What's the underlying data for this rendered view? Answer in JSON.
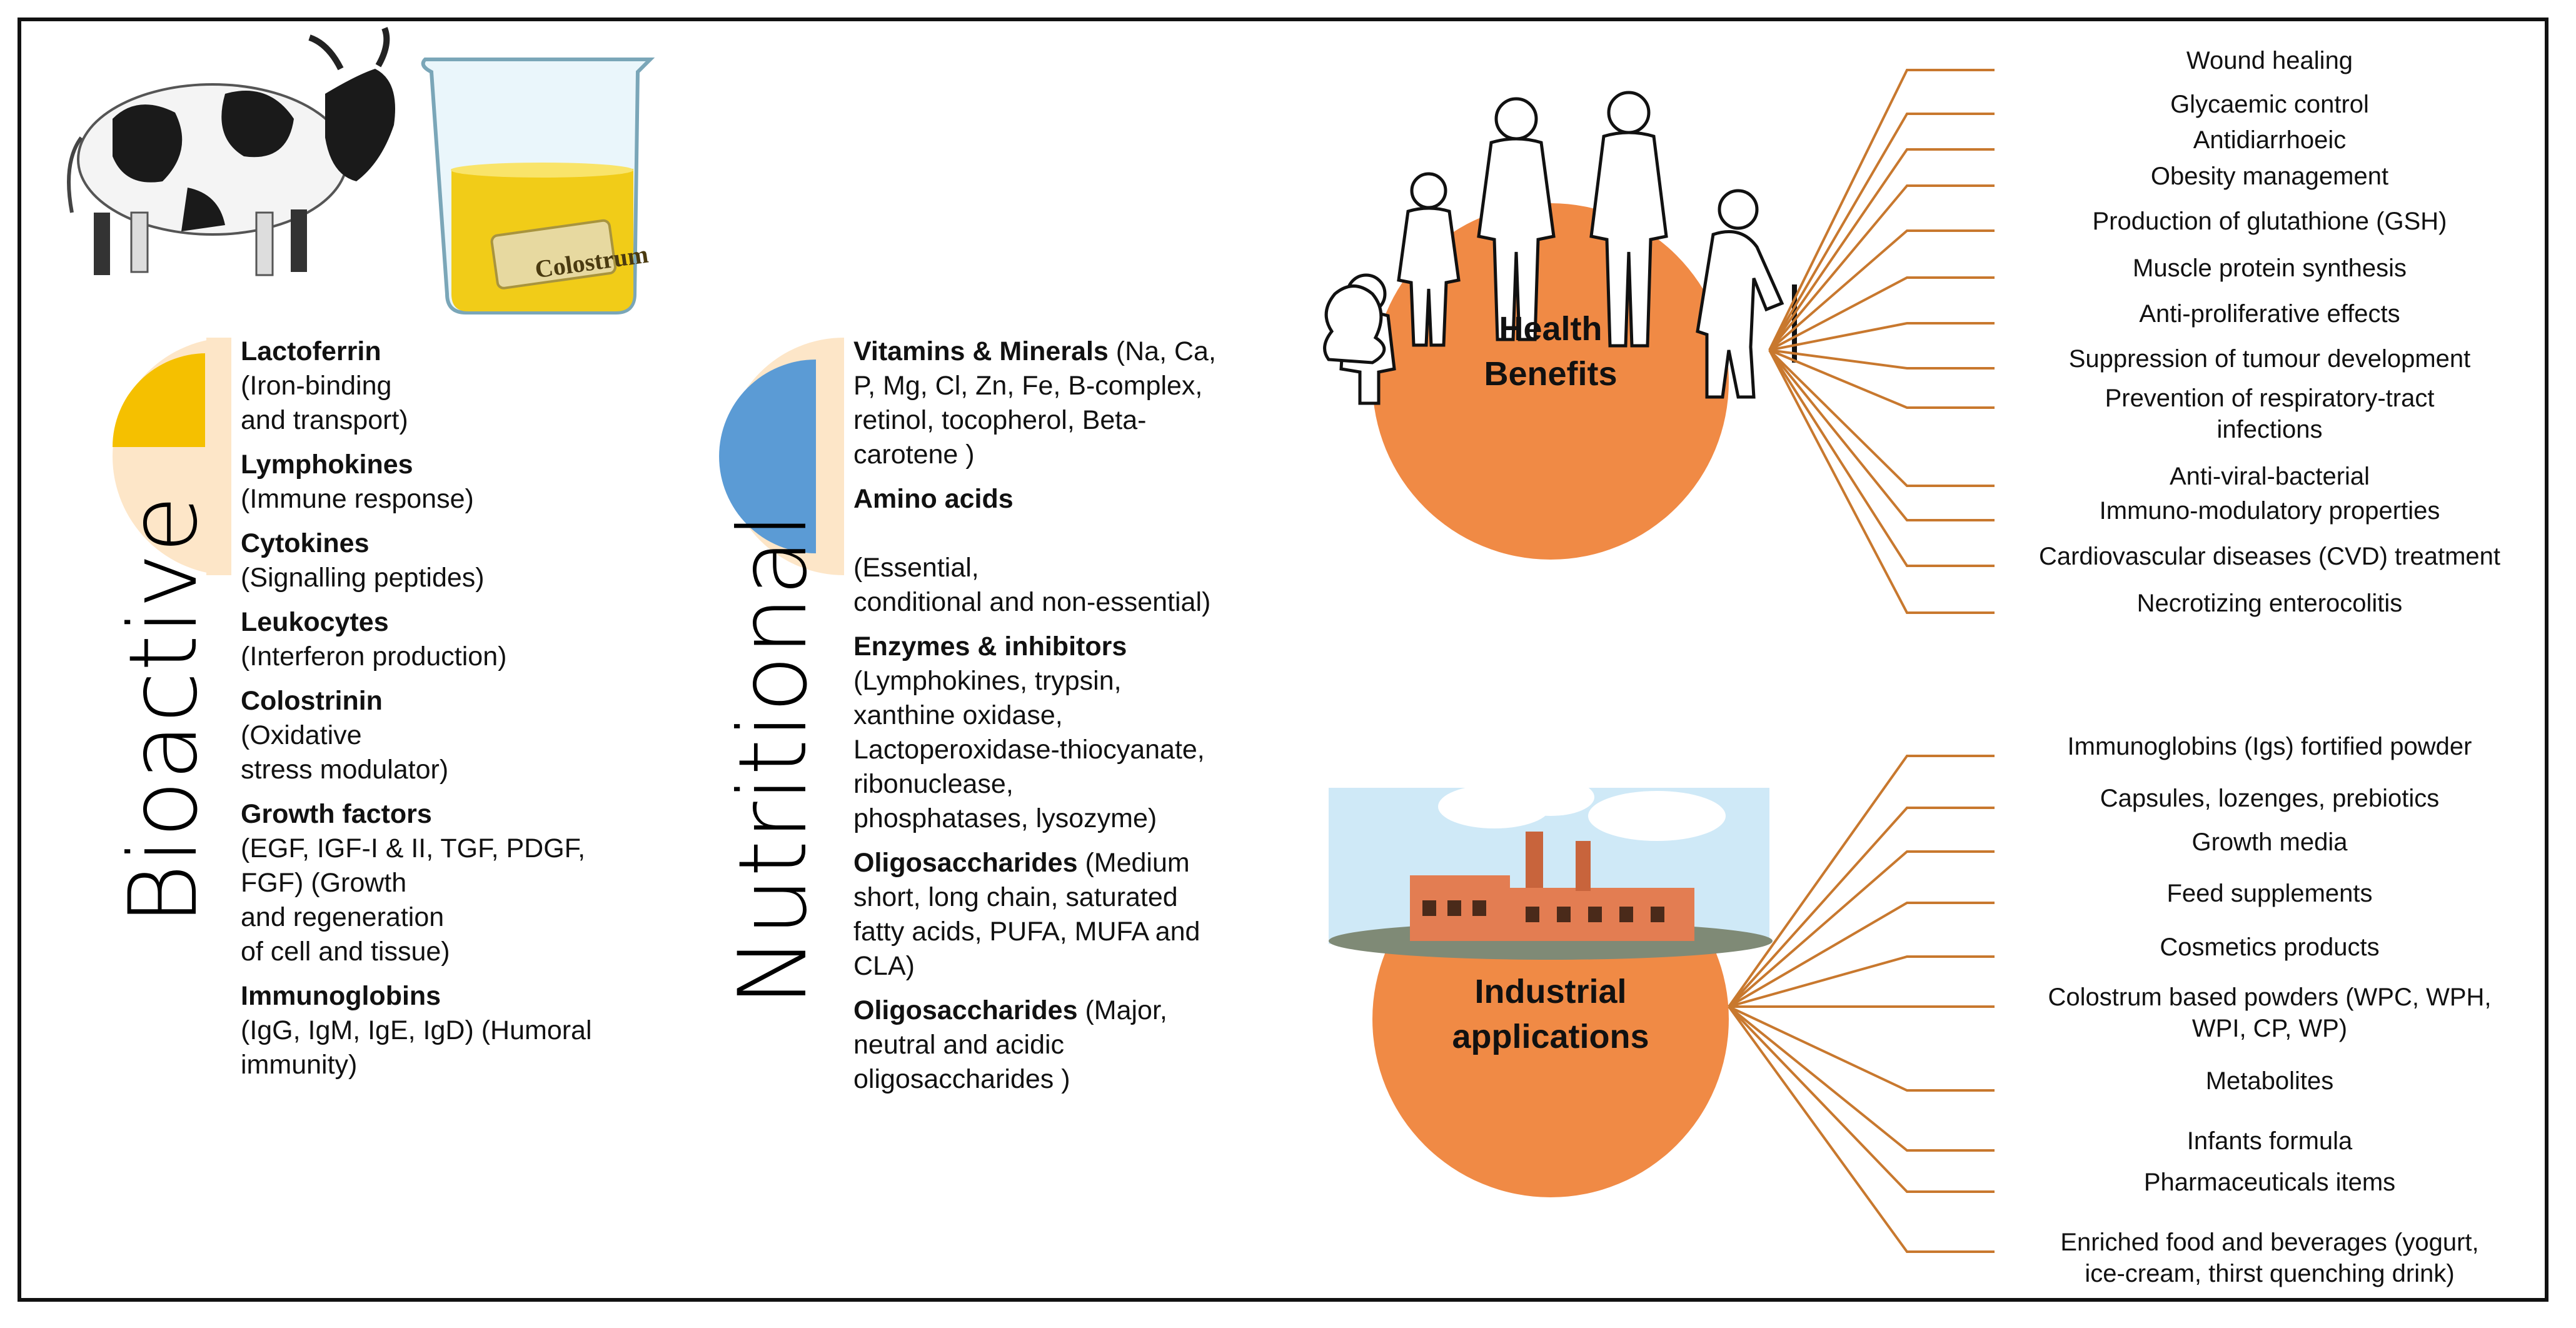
{
  "bioactive": {
    "heading": "Bioactive",
    "items": [
      {
        "name": "Lactoferrin",
        "desc": "(Iron-binding\nand transport)"
      },
      {
        "name": "Lymphokines",
        "desc": "(Immune response)"
      },
      {
        "name": "Cytokines",
        "desc": "(Signalling peptides)"
      },
      {
        "name": "Leukocytes",
        "desc": "(Interferon production)"
      },
      {
        "name": "Colostrinin",
        "desc": "(Oxidative\nstress modulator)"
      },
      {
        "name": "Growth factors",
        "desc": "(EGF, IGF-I & II, TGF, PDGF,\nFGF)  (Growth\nand regeneration\nof cell and tissue)"
      },
      {
        "name": "Immunoglobins",
        "desc": "(IgG, IgM, IgE, IgD) (Humoral\nimmunity)"
      }
    ],
    "quarter_color": "#f5c000",
    "base_color": "#fde6c8"
  },
  "nutritional": {
    "heading": "Nutritional",
    "items": [
      {
        "name": "Vitamins & Minerals",
        "inline": " (Na, Ca,",
        "desc": "P, Mg, Cl, Zn, Fe, B-complex,\nretinol, tocopherol, Beta-\ncarotene )"
      },
      {
        "name": "Amino acids",
        "inline": "",
        "desc": "\n(Essential,\nconditional and non-essential)"
      },
      {
        "name": "Enzymes & inhibitors",
        "inline": "",
        "desc": "(Lymphokines, trypsin,\nxanthine oxidase,\nLactoperoxidase-thiocyanate,\nribonuclease,\nphosphatases, lysozyme)"
      },
      {
        "name": "Oligosaccharides",
        "inline": " (Medium",
        "desc": "short, long chain, saturated\nfatty acids, PUFA, MUFA and\nCLA)"
      },
      {
        "name": "Oligosaccharides",
        "inline": " (Major,",
        "desc": "neutral and acidic\noligosaccharides )"
      }
    ],
    "half_color": "#5b9bd5",
    "base_color": "#fde6c8"
  },
  "beaker_label": "Colostrum",
  "health": {
    "label": "Health\nBenefits",
    "circle_color": "#f08a45",
    "line_color": "#c8782e",
    "items": [
      "Wound healing",
      "Glycaemic control",
      "Antidiarrhoeic",
      "Obesity management",
      "Production of glutathione (GSH)",
      "Muscle protein synthesis",
      "Anti-proliferative effects",
      "Suppression of tumour development",
      "Prevention of respiratory-tract\ninfections",
      "Anti-viral-bacterial",
      "Immuno-modulatory properties",
      "Cardiovascular diseases (CVD) treatment",
      "Necrotizing enterocolitis"
    ]
  },
  "industrial": {
    "label": "Industrial\napplications",
    "circle_color": "#f08a45",
    "items": [
      "Immunoglobins (Igs) fortified powder",
      "Capsules, lozenges, prebiotics",
      "Growth media",
      "Feed supplements",
      "Cosmetics products",
      "Colostrum based powders (WPC, WPH,\nWPI, CP, WP)",
      "Metabolites",
      "Infants formula",
      "Pharmaceuticals items",
      "Enriched food and beverages (yogurt,\nice-cream, thirst quenching drink)"
    ]
  }
}
